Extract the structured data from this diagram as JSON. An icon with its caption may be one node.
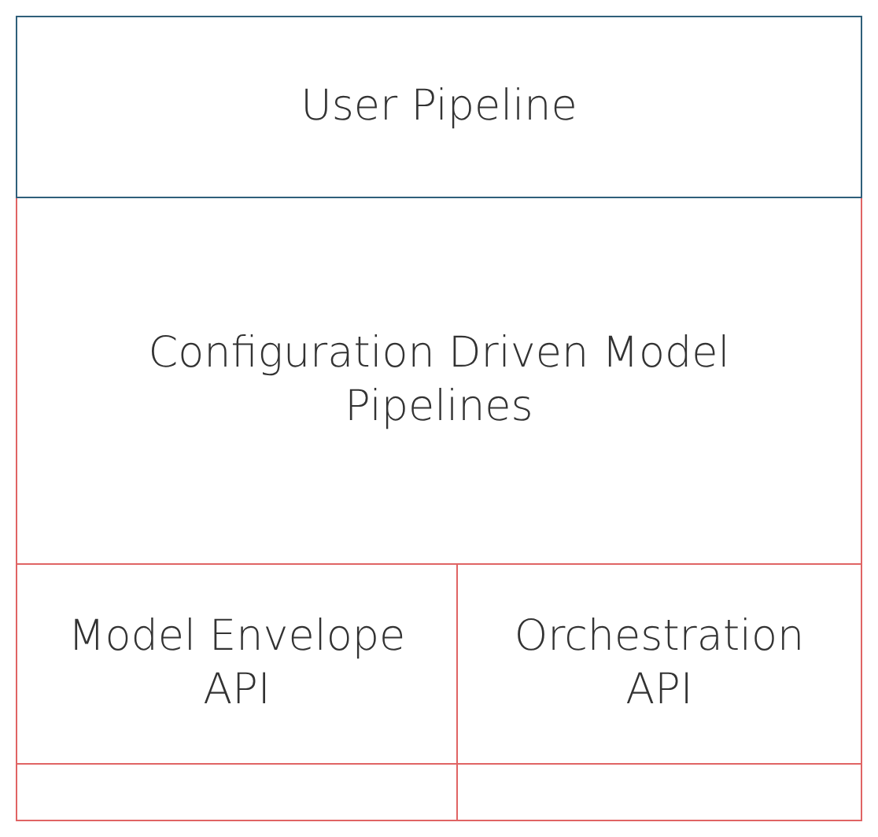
{
  "diagram": {
    "nodes": [
      {
        "text": [
          "User Pipeline"
        ]
      },
      {
        "text": [
          "Configuration Driven Model Pipelines"
        ]
      },
      {
        "text": [
          "Model Envelope API"
        ]
      },
      {
        "text": [
          "Orchestration API"
        ]
      },
      {
        "text": [],
        "shape": "box"
      },
      {
        "text": [],
        "shape": "box"
      }
    ]
  }
}
